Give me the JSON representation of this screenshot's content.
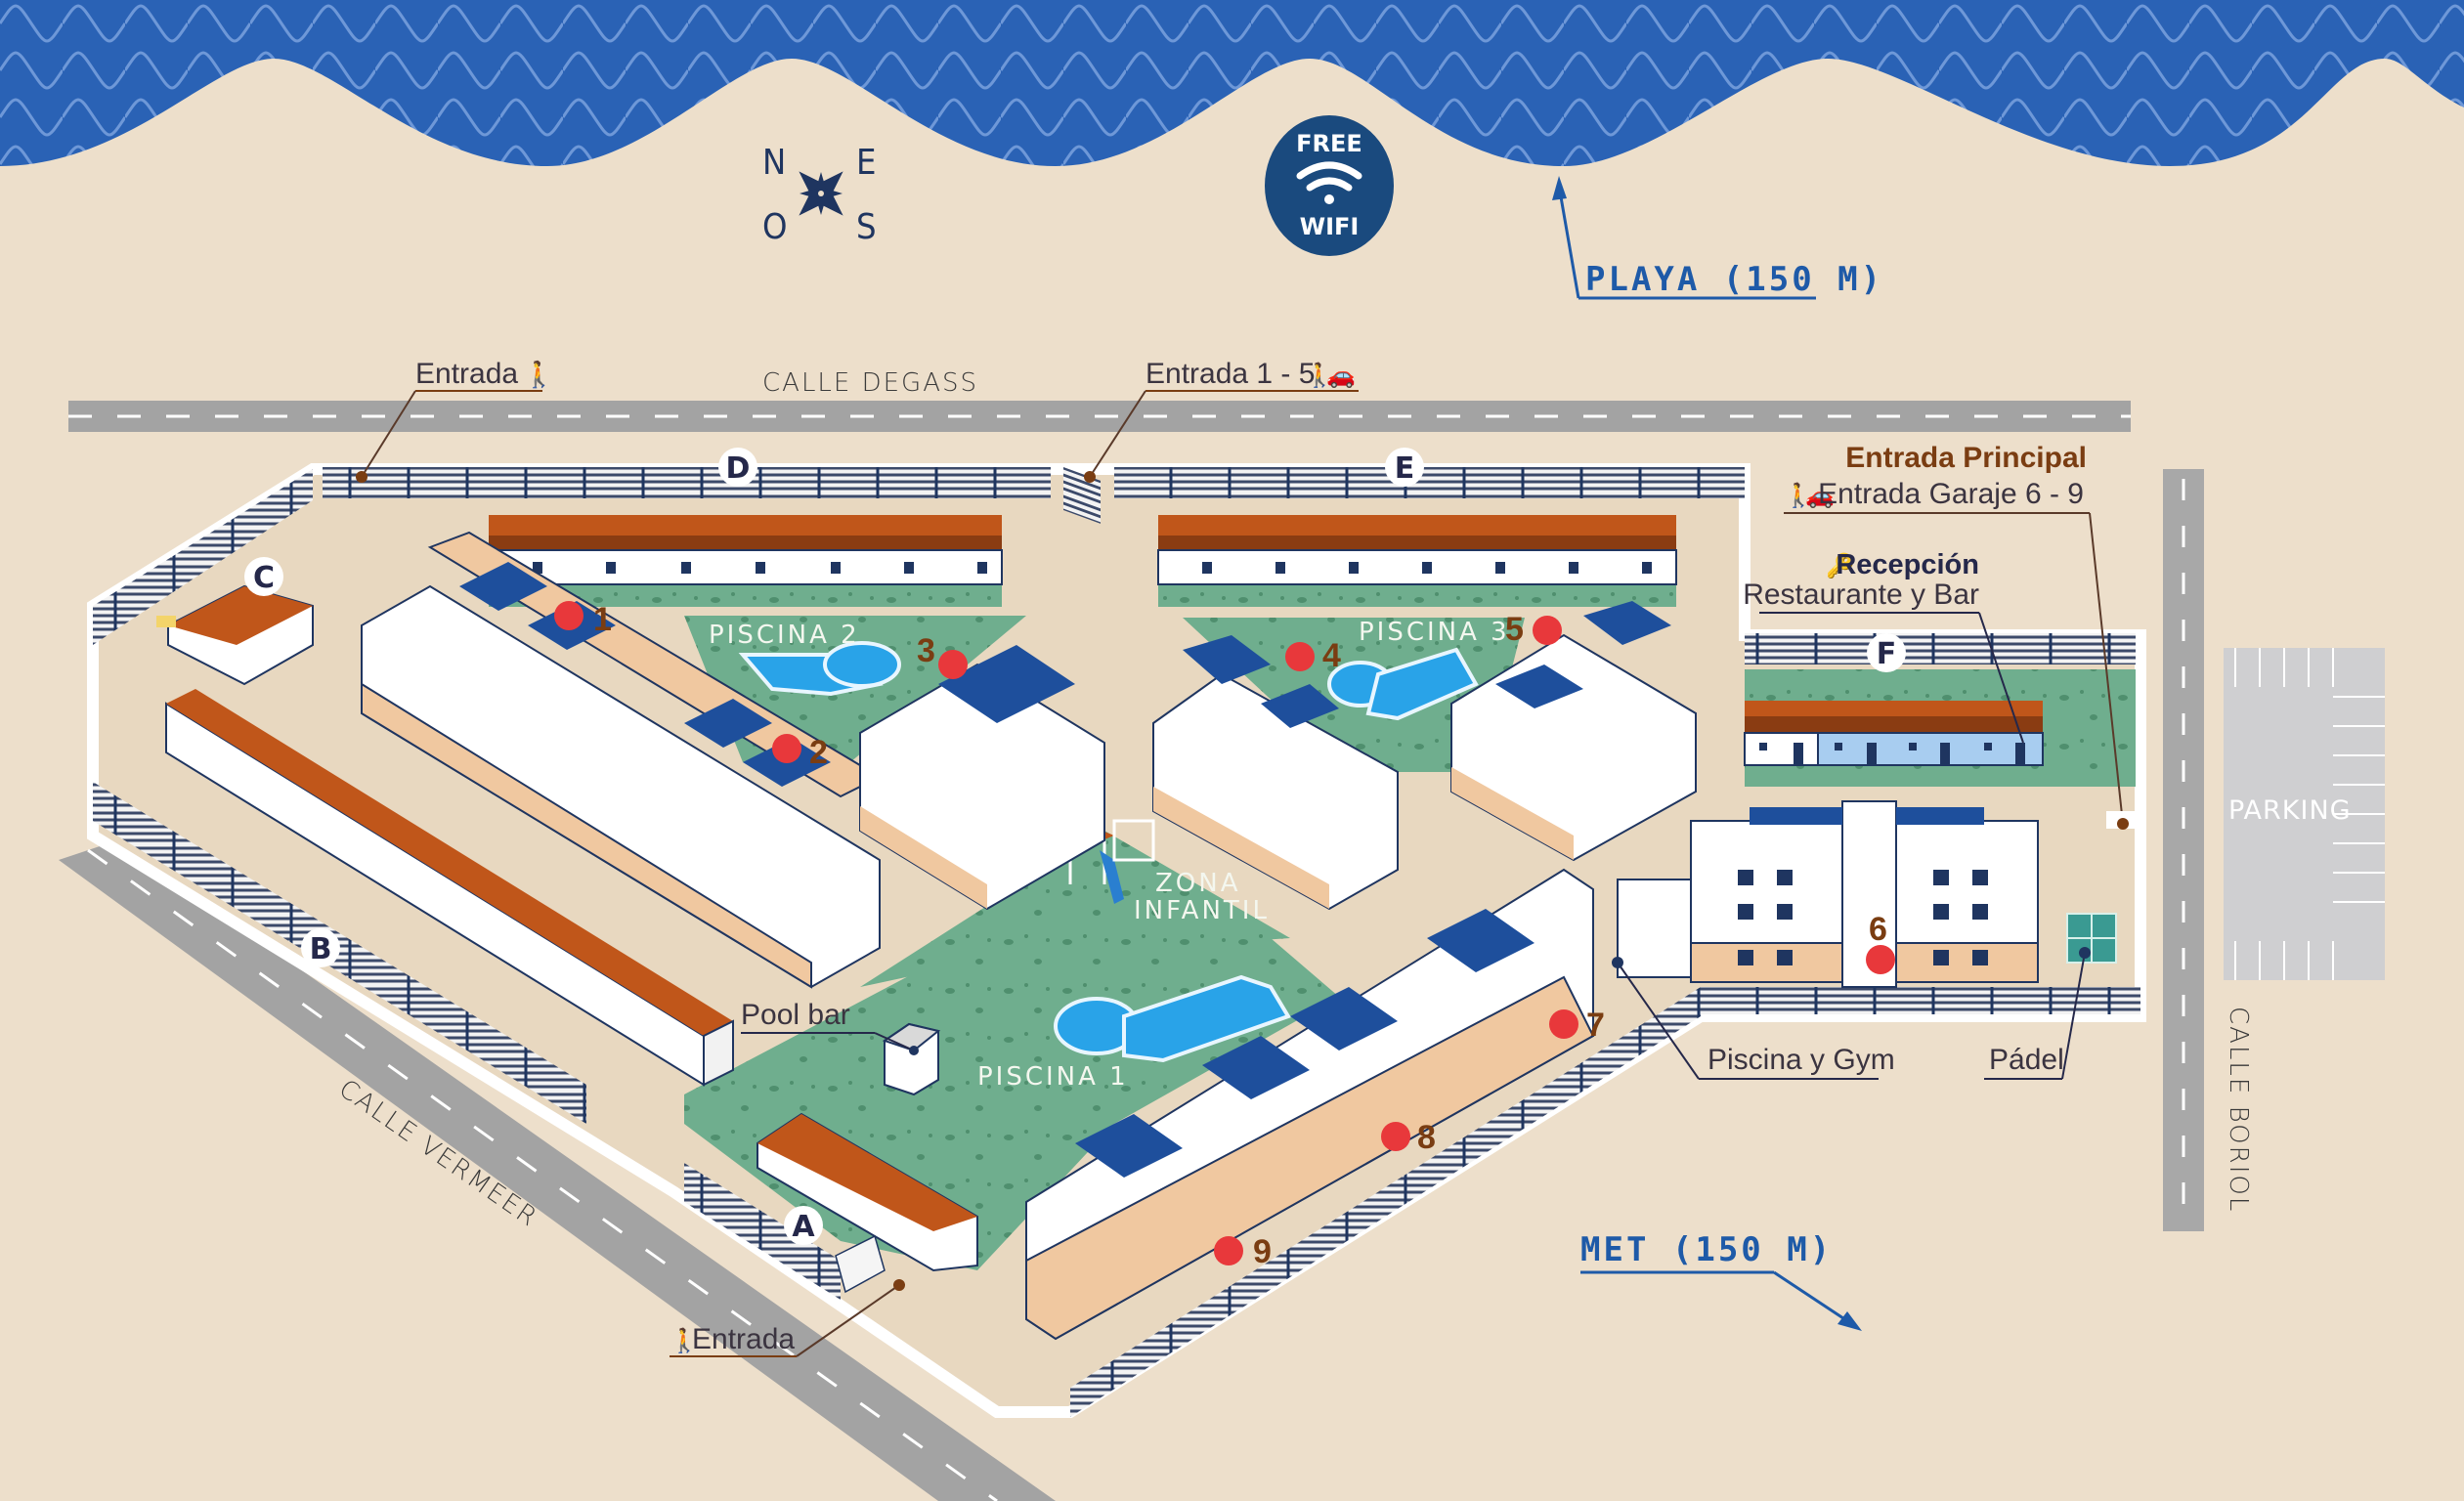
{
  "map": {
    "colors": {
      "sea": "#2a62b5",
      "sea_wave": "#6e98d8",
      "sand": "#eddfcb",
      "road": "#a3a3a3",
      "grass": "#6fae8e",
      "pool": "#29a3e8",
      "roof_blue": "#1e4f9c",
      "roof_terracotta": "#c0561a",
      "wall": "#ffffff",
      "wall_base": "#f0c8a0",
      "marker_red": "#e8383b",
      "label_brown": "#7a3d12",
      "label_navy": "#1f3560",
      "distance_blue": "#1e5aa8",
      "wifi_circle": "#1a4a7e",
      "padel": "#3a9a92"
    },
    "compass": {
      "north": "N",
      "east": "E",
      "west": "O",
      "south": "S"
    },
    "wifi": {
      "top": "FREE",
      "bottom": "WIFI"
    },
    "distances": {
      "beach": "PLAYA (150 M)",
      "met": "MET (150 M)"
    },
    "streets": {
      "top": "CALLE DEGASS",
      "left": "CALLE VERMEER",
      "right": "CALLE BORIOL"
    },
    "parking": "PARKING",
    "entrances": {
      "pedestrian_top": "Entrada",
      "top_1_5": "Entrada 1 - 5",
      "main_title": "Entrada Principal",
      "main_garage": "Entrada Garaje 6 - 9",
      "pedestrian_bottom": "Entrada"
    },
    "reception": {
      "title": "Recepción",
      "subtitle": "Restaurante y Bar"
    },
    "amenities": {
      "pool_bar": "Pool bar",
      "pool_gym": "Piscina y Gym",
      "padel": "Pádel",
      "kids_zone_line1": "ZONA",
      "kids_zone_line2": "INFANTIL"
    },
    "pools": [
      "PISCINA 1",
      "PISCINA 2",
      "PISCINA 3"
    ],
    "blocks": [
      "A",
      "B",
      "C",
      "D",
      "E",
      "F"
    ],
    "buildings": [
      "1",
      "2",
      "3",
      "4",
      "5",
      "6",
      "7",
      "8",
      "9"
    ]
  }
}
